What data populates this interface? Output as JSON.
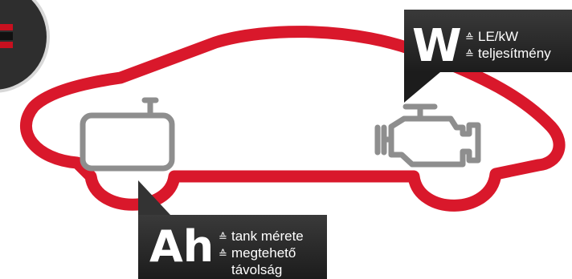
{
  "colors": {
    "car_outline": "#d9182b",
    "icon_gray": "#8e8e8e",
    "callout_bg": "#262626",
    "badge_red": "#c8101f",
    "badge_dark": "#3a3a3a"
  },
  "icons": [
    "battery-icon",
    "engine-icon",
    "round-badge-icon"
  ],
  "power_callout": {
    "symbol": "W",
    "corresponds_sign": "≙",
    "line1": "LE/kW",
    "line2": "teljesítmény"
  },
  "capacity_callout": {
    "symbol": "Ah",
    "corresponds_sign": "≙",
    "line1": "tank mérete",
    "line2a": "megtehető",
    "line2b": "távolság"
  }
}
